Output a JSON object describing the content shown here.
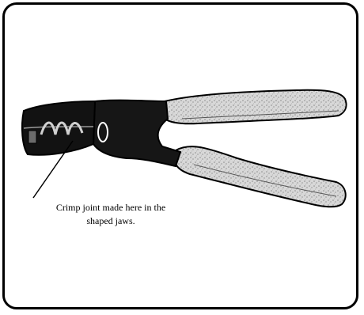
{
  "figure": {
    "subject": "crimping pliers",
    "caption_line1": "Crimp joint made here in the",
    "caption_line2": "shaped jaws."
  },
  "colors": {
    "ink": "#000000",
    "handle_light": "#e2e2e2",
    "handle_shade": "#9a9a9a"
  },
  "icons": {
    "tool": "crimping-pliers-illustration"
  }
}
